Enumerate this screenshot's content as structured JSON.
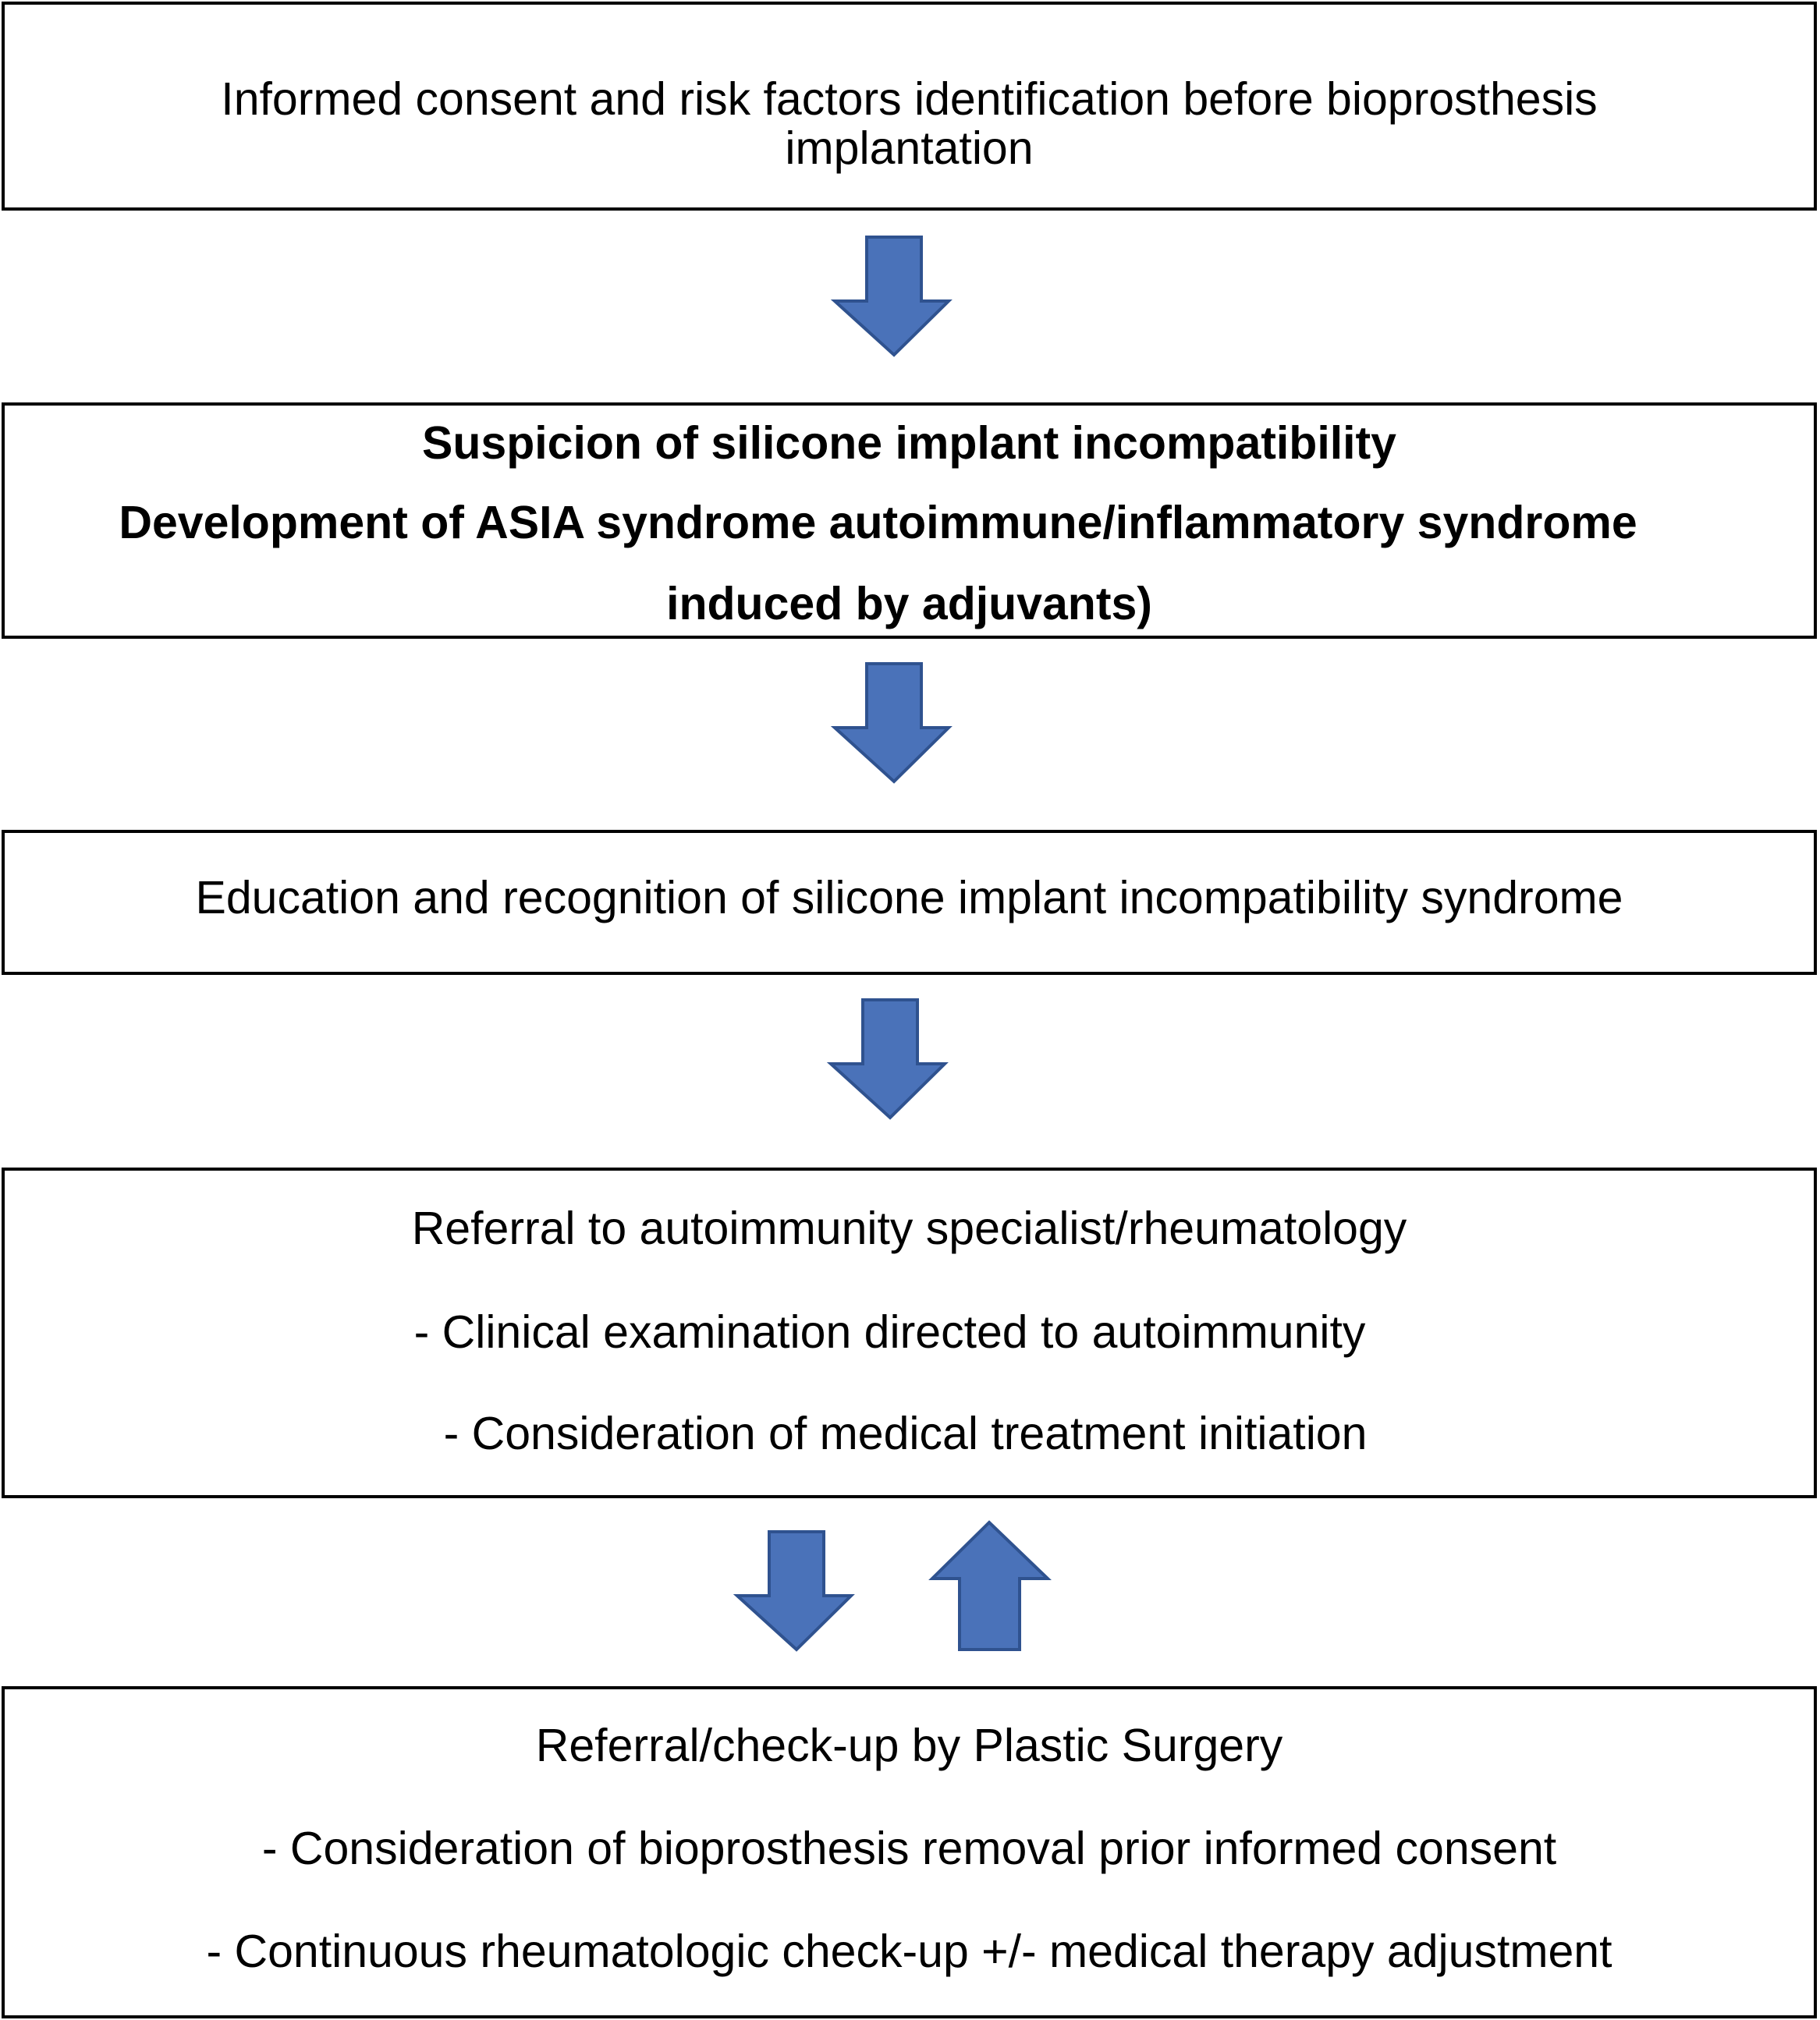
{
  "boxes": [
    {
      "lines": [
        "Informed consent and risk factors identification  before bioprosthesis",
        "implantation"
      ]
    },
    {
      "lines": [
        "Suspicion of silicone implant incompatibility",
        "Development of ASIA syndrome autoimmune/inflammatory syndrome",
        "induced by adjuvants)"
      ]
    },
    {
      "lines": [
        "Education and recognition of silicone implant incompatibility syndrome"
      ]
    },
    {
      "lines": [
        "Referral to autoimmunity specialist/rheumatology",
        "-  Clinical examination directed to autoimmunity",
        "- Consideration of medical treatment initiation"
      ]
    },
    {
      "lines": [
        "Referral/check-up by Plastic Surgery",
        "- Consideration of bioprosthesis removal prior informed consent",
        "- Continuous rheumatologic check-up +/- medical therapy adjustment"
      ]
    }
  ],
  "colors": {
    "arrow_fill": "#4a72b9",
    "arrow_stroke": "#2f528f",
    "box_border": "#000000"
  }
}
